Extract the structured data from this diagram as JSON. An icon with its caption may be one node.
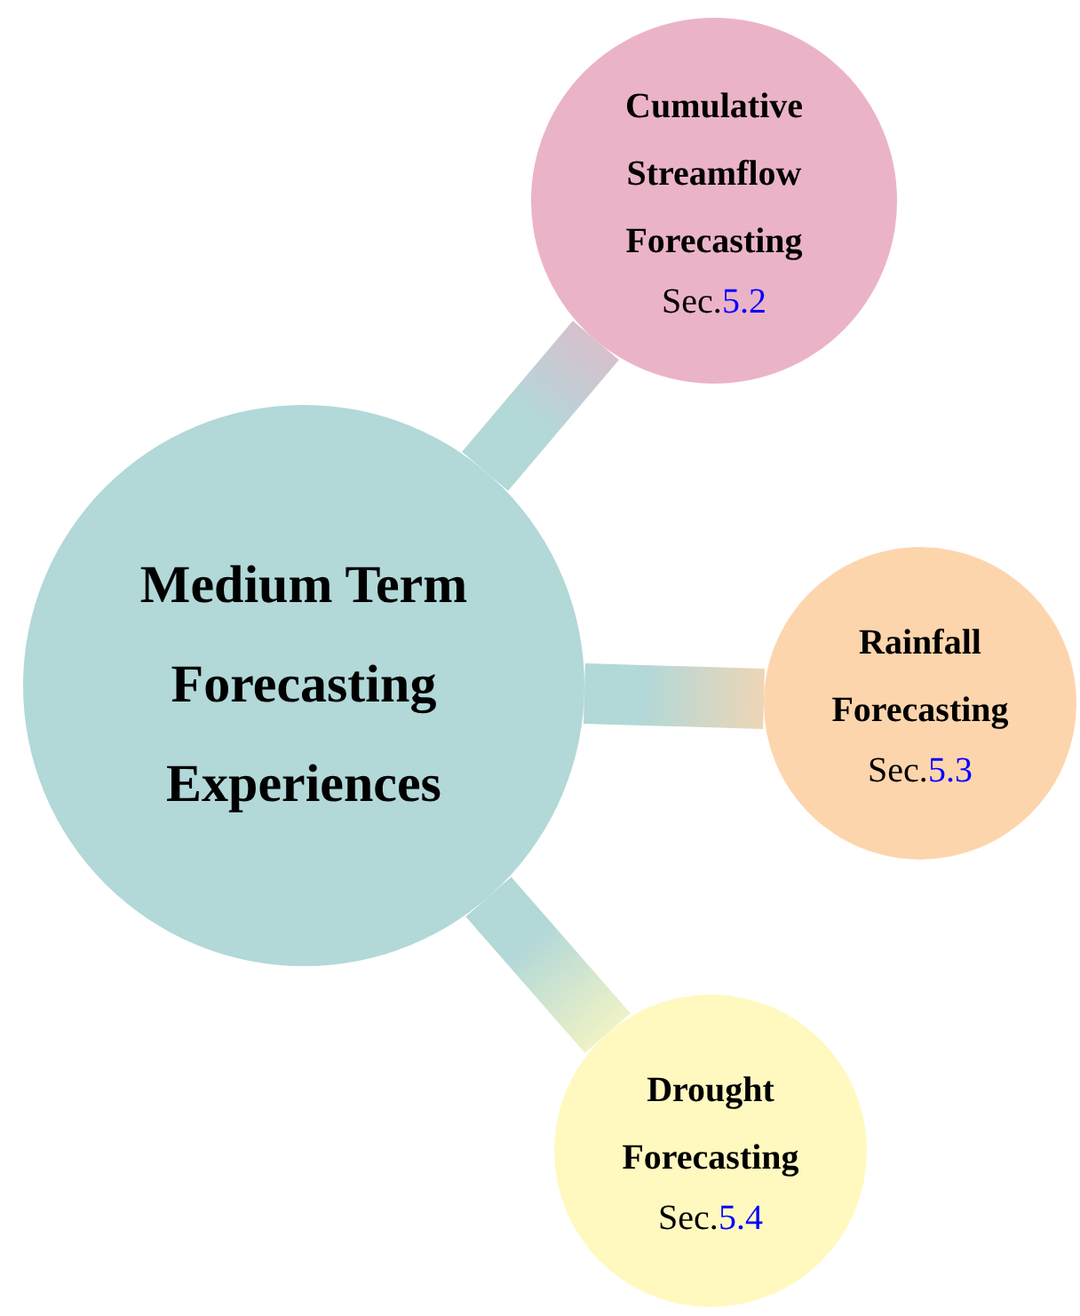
{
  "diagram": {
    "nodes": [
      {
        "text": [
          "Medium Term Forecasting Experiences"
        ]
      },
      {
        "text": [
          "Cumulative Streamflow Forecasting",
          "Sec.5.2"
        ]
      },
      {
        "text": [
          "Rainfall Forecasting",
          "Sec.5.3"
        ]
      },
      {
        "text": [
          "Drought Forecasting",
          "Sec.5.4"
        ]
      }
    ],
    "edges": [
      {
        "from": 0,
        "to": 1,
        "arrow": "none"
      },
      {
        "from": 0,
        "to": 2,
        "arrow": "none"
      },
      {
        "from": 0,
        "to": 3,
        "arrow": "none"
      }
    ]
  }
}
